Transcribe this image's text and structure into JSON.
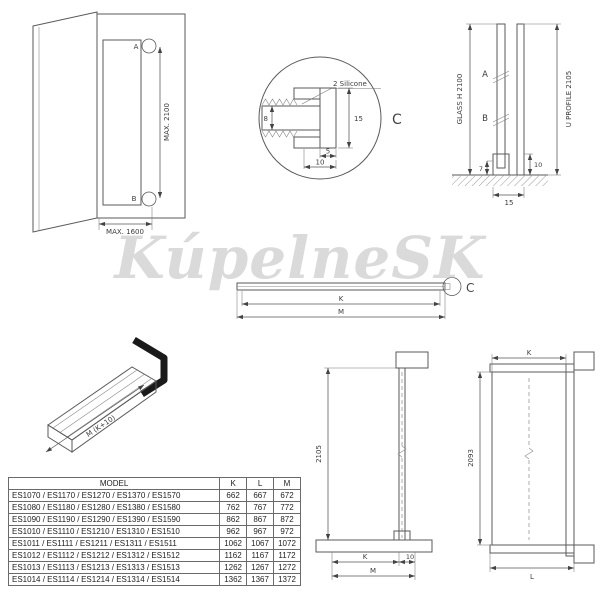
{
  "watermark": "KúpelneSK",
  "door": {
    "label_a": "A",
    "label_b": "B",
    "dim_height": "MAX. 2100",
    "dim_width": "MAX. 1600"
  },
  "detail_c": {
    "silicone_label": "2 Silicone",
    "dim_glass": "8",
    "dim_depth": "15",
    "dim_inner": "5",
    "dim_width": "10",
    "label": "C"
  },
  "side_section": {
    "glass_label": "GLASS H 2100",
    "profile_label": "U PROFILE 2105",
    "label_a": "A",
    "label_b": "B",
    "dim_7": "7",
    "dim_10": "10",
    "dim_15": "15"
  },
  "profile_length": {
    "dim_k": "K",
    "dim_m": "M",
    "label_c": "C"
  },
  "profile_3d": {
    "dim_m": "M (K+10)"
  },
  "height_section": {
    "dim_height": "2105",
    "dim_k": "K",
    "dim_10": "10",
    "dim_m": "M"
  },
  "glass_elevation": {
    "dim_k": "K",
    "dim_height": "2093",
    "dim_l": "L"
  },
  "table": {
    "headers": [
      "MODEL",
      "K",
      "L",
      "M"
    ],
    "rows": [
      [
        "ES1070 / ES1170 / ES1270 / ES1370 / ES1570",
        "662",
        "667",
        "672"
      ],
      [
        "ES1080 / ES1180 / ES1280 / ES1380 / ES1580",
        "762",
        "767",
        "772"
      ],
      [
        "ES1090 / ES1190 / ES1290 / ES1390 / ES1590",
        "862",
        "867",
        "872"
      ],
      [
        "ES1010 / ES1110 / ES1210 / ES1310 / ES1510",
        "962",
        "967",
        "972"
      ],
      [
        "ES1011 / ES1111 / ES1211 / ES1311 / ES1511",
        "1062",
        "1067",
        "1072"
      ],
      [
        "ES1012 / ES1112 / ES1212 / ES1312 / ES1512",
        "1162",
        "1167",
        "1172"
      ],
      [
        "ES1013 / ES1113 / ES1213 / ES1313 / ES1513",
        "1262",
        "1267",
        "1272"
      ],
      [
        "ES1014 / ES1114 / ES1214 / ES1314 / ES1514",
        "1362",
        "1367",
        "1372"
      ]
    ]
  },
  "colors": {
    "glass": "#d2edf0",
    "line": "#555555",
    "hatch": "#999999",
    "watermark": "#b7b7b7"
  }
}
